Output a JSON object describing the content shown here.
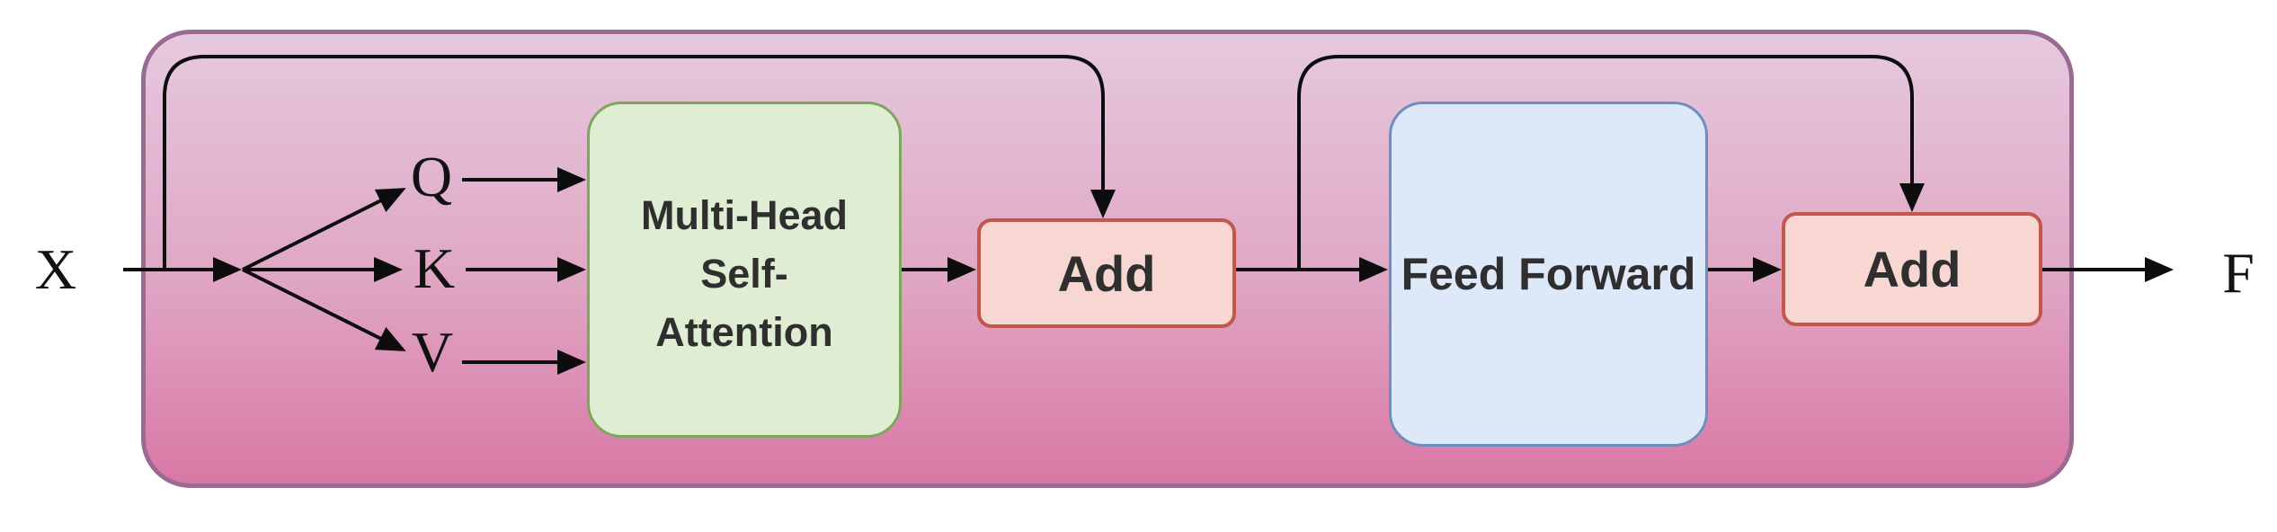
{
  "labels": {
    "input": "X",
    "output": "F",
    "query": "Q",
    "key": "K",
    "value": "V"
  },
  "blocks": {
    "attention": {
      "line1": "Multi-Head",
      "line2": "Self-",
      "line3": "Attention"
    },
    "add_after_attention": {
      "label": "Add"
    },
    "feed_forward": {
      "label": "Feed Forward"
    },
    "add_after_ffn": {
      "label": "Add"
    }
  },
  "colors": {
    "canvas-bg": "#ffffff",
    "container-border": "#9a6a92",
    "container-top": "#e6c9de",
    "container-bottom": "#d978a5",
    "attention-fill": "#dfeed3",
    "attention-border": "#7ca75c",
    "add-fill": "#f8d6d1",
    "add-border": "#c2574d",
    "ff-fill": "#dde9f8",
    "ff-border": "#6d8fc0",
    "connector": "#0d0d0d",
    "box-text": "#2f2f2f",
    "io-text": "#111111"
  }
}
